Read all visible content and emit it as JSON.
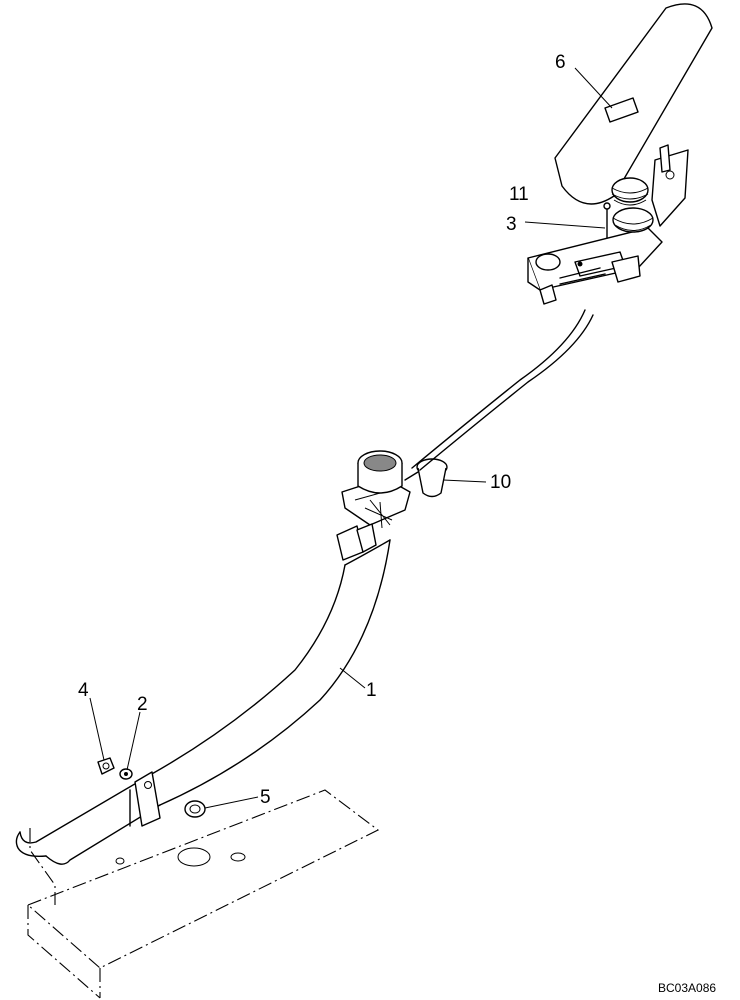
{
  "figure": {
    "drawing_code": "BC03A086",
    "callouts": [
      {
        "id": "1",
        "label": "1"
      },
      {
        "id": "2",
        "label": "2"
      },
      {
        "id": "3",
        "label": "3"
      },
      {
        "id": "4",
        "label": "4"
      },
      {
        "id": "5",
        "label": "5"
      },
      {
        "id": "6",
        "label": "6"
      },
      {
        "id": "10",
        "label": "10"
      },
      {
        "id": "11",
        "label": "11"
      }
    ]
  }
}
